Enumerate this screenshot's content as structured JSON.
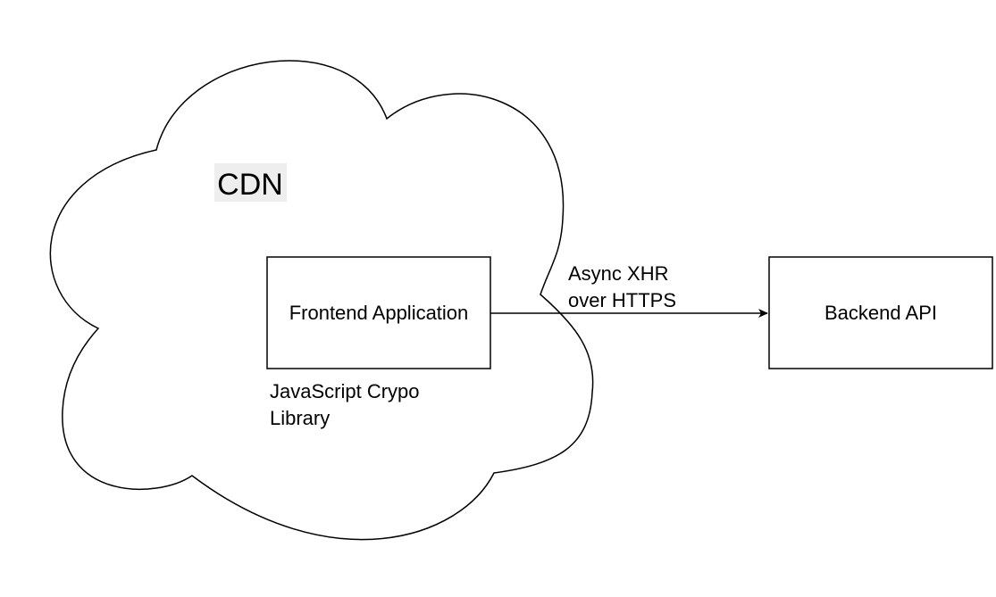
{
  "diagram": {
    "cloud": {
      "label": "CDN",
      "label_highlight": "#eeeeee"
    },
    "frontend_box": {
      "label": "Frontend Application"
    },
    "library_note": {
      "line1": "JavaScript Crypo",
      "line2": "Library"
    },
    "connector": {
      "line1": "Async XHR",
      "line2": "over HTTPS"
    },
    "backend_box": {
      "label": "Backend API"
    }
  },
  "colors": {
    "stroke": "#000000",
    "background": "#ffffff"
  }
}
